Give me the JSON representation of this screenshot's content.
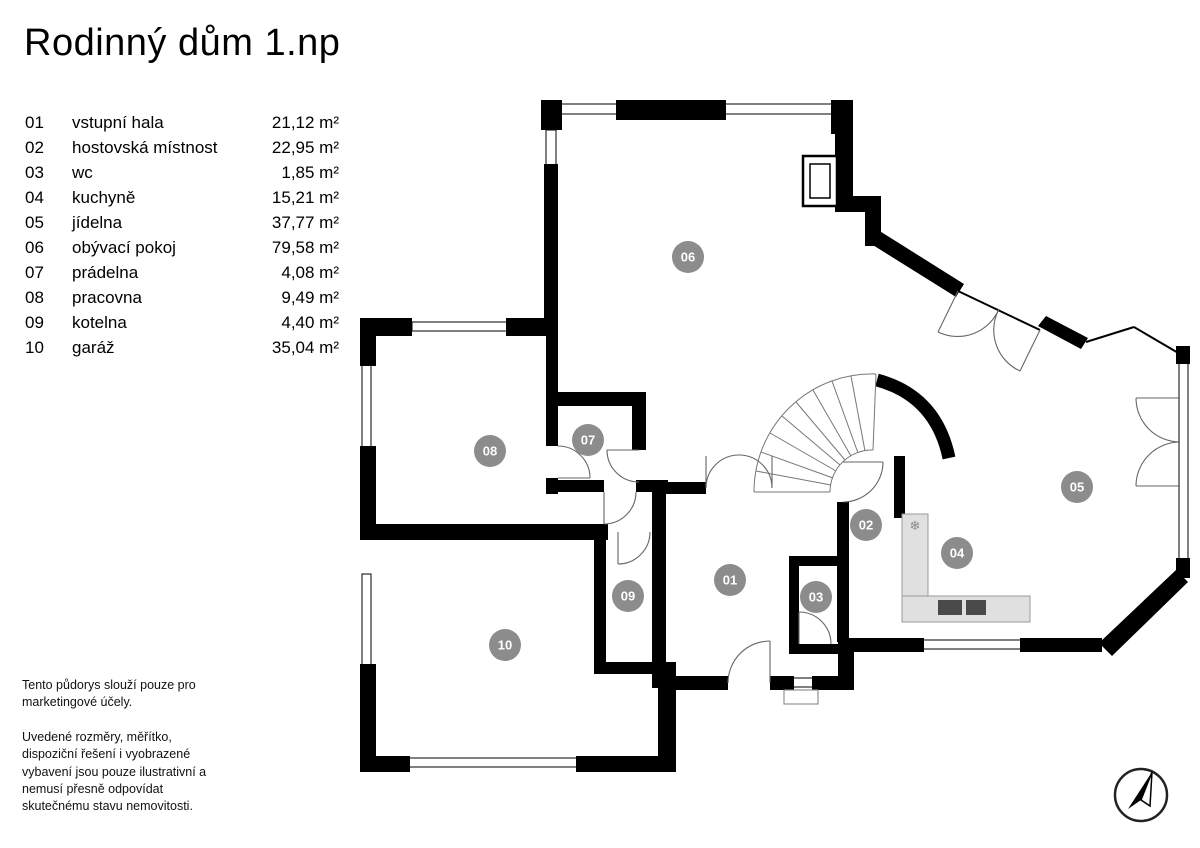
{
  "title": "Rodinný dům 1.np",
  "legend": {
    "rooms": [
      {
        "number": "01",
        "name": "vstupní hala",
        "area": "21,12 m²"
      },
      {
        "number": "02",
        "name": "hostovská místnost",
        "area": "22,95 m²"
      },
      {
        "number": "03",
        "name": "wc",
        "area": "1,85 m²"
      },
      {
        "number": "04",
        "name": "kuchyně",
        "area": "15,21 m²"
      },
      {
        "number": "05",
        "name": "jídelna",
        "area": "37,77 m²"
      },
      {
        "number": "06",
        "name": "obývací pokoj",
        "area": "79,58 m²"
      },
      {
        "number": "07",
        "name": "prádelna",
        "area": "4,08 m²"
      },
      {
        "number": "08",
        "name": "pracovna",
        "area": "9,49 m²"
      },
      {
        "number": "09",
        "name": "kotelna",
        "area": "4,40 m²"
      },
      {
        "number": "10",
        "name": "garáž",
        "area": "35,04 m²"
      }
    ]
  },
  "disclaimer": {
    "paragraph1": "Tento půdorys slouží pouze pro marketingové účely.",
    "paragraph2": "Uvedené rozměry, měřítko, dispoziční řešení i vyobrazené vybavení jsou pouze ilustrativní a nemusí přesně odpovídat skutečnému stavu nemovitosti."
  },
  "plan": {
    "badge_color": "#8c8c8c",
    "snowflake_symbol": "❄"
  }
}
